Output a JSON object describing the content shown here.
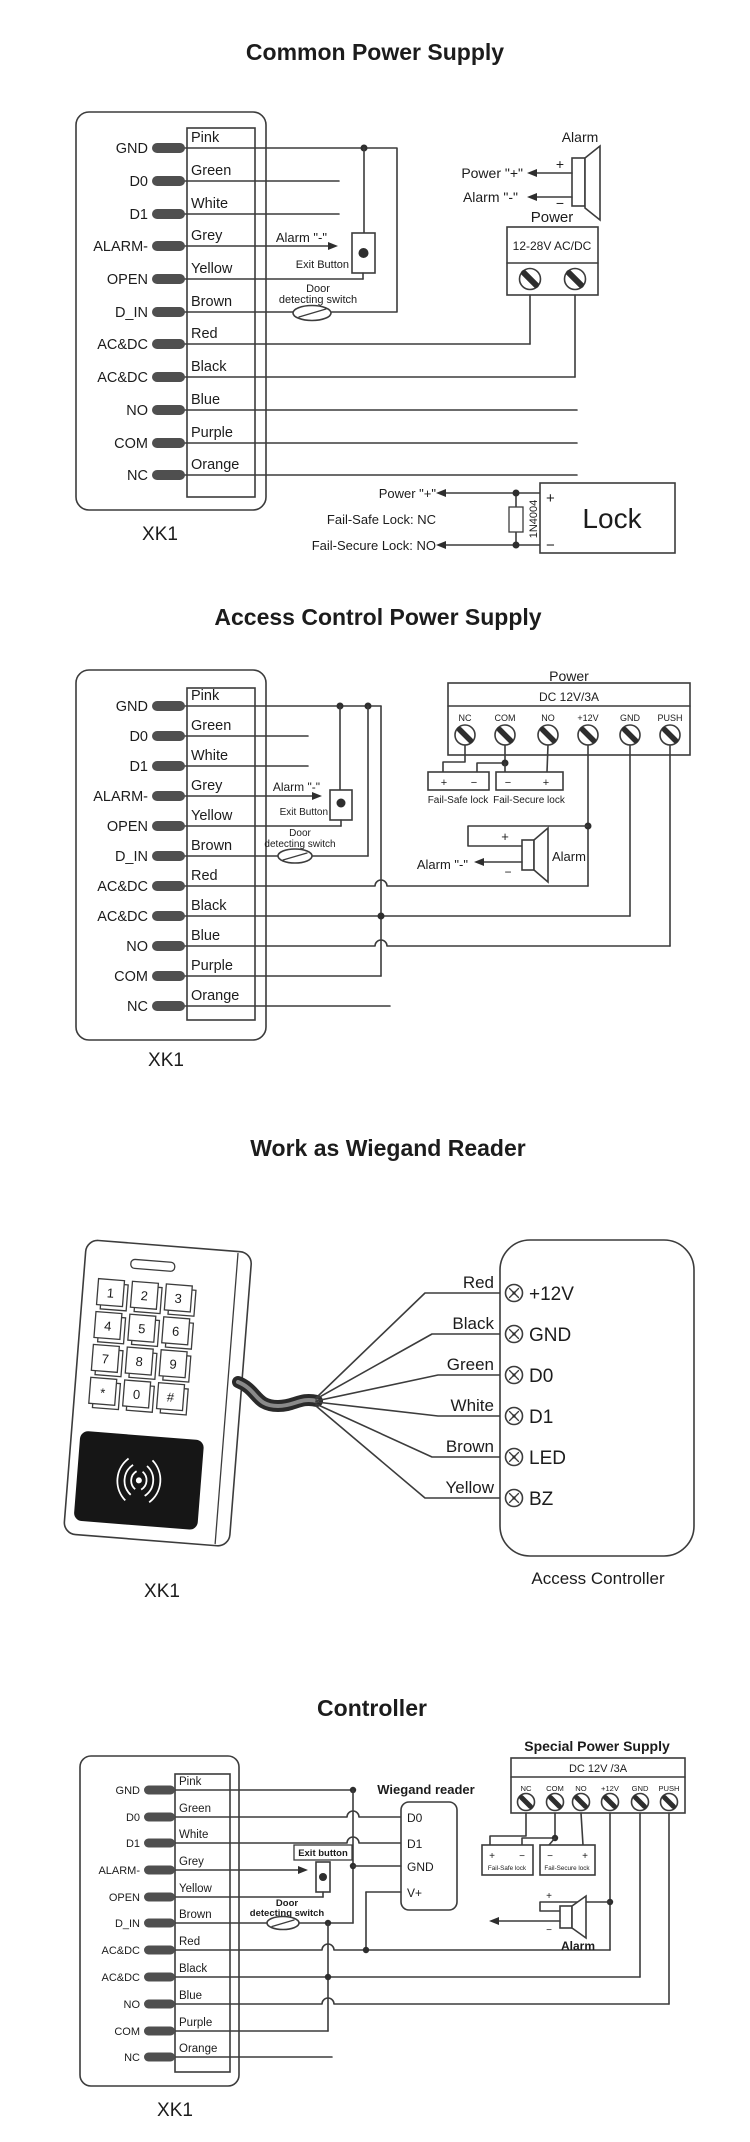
{
  "sections": {
    "common": {
      "title": "Common Power Supply",
      "device": "XK1",
      "pins": [
        "GND",
        "D0",
        "D1",
        "ALARM-",
        "OPEN",
        "D_IN",
        "AC&DC",
        "AC&DC",
        "NO",
        "COM",
        "NC"
      ],
      "colors": [
        "Pink",
        "Green",
        "White",
        "Grey",
        "Yellow",
        "Brown",
        "Red",
        "Black",
        "Blue",
        "Purple",
        "Orange"
      ],
      "alarm": {
        "title": "Alarm",
        "plus": "+",
        "minus": "−",
        "power_plus": "Power \"+\"",
        "alarm_minus": "Alarm \"-\""
      },
      "power": {
        "title": "Power",
        "rating": "12-28V AC/DC"
      },
      "alarm_wire": "Alarm \"-\"",
      "exit_button": "Exit Button",
      "door_switch": [
        "Door",
        "detecting switch"
      ],
      "lock": {
        "name": "Lock",
        "plus": "+",
        "minus": "−",
        "diode": "1N4004",
        "power_plus": "Power \"+\"",
        "fail_safe": "Fail-Safe Lock: NC",
        "fail_secure": "Fail-Secure Lock: NO"
      }
    },
    "acps": {
      "title": "Access Control Power Supply",
      "device": "XK1",
      "pins": [
        "GND",
        "D0",
        "D1",
        "ALARM-",
        "OPEN",
        "D_IN",
        "AC&DC",
        "AC&DC",
        "NO",
        "COM",
        "NC"
      ],
      "colors": [
        "Pink",
        "Green",
        "White",
        "Grey",
        "Yellow",
        "Brown",
        "Red",
        "Black",
        "Blue",
        "Purple",
        "Orange"
      ],
      "power": {
        "title": "Power",
        "rating": "DC 12V/3A",
        "terminals": [
          "NC",
          "COM",
          "NO",
          "+12V",
          "GND",
          "PUSH"
        ]
      },
      "fail_safe": {
        "label": "Fail-Safe lock",
        "plus": "+",
        "minus": "−"
      },
      "fail_secure": {
        "label": "Fail-Secure lock",
        "minus": "−",
        "plus": "+"
      },
      "alarm": {
        "title": "Alarm",
        "plus": "+",
        "minus": "−",
        "wire": "Alarm \"-\""
      },
      "alarm_wire": "Alarm \"-\"",
      "exit_button": "Exit Button",
      "door_switch": [
        "Door",
        "detecting switch"
      ]
    },
    "wiegand": {
      "title": "Work as Wiegand Reader",
      "device": "XK1",
      "keys": [
        "1",
        "2",
        "3",
        "4",
        "5",
        "6",
        "7",
        "8",
        "9",
        "*",
        "0",
        "#"
      ],
      "controller": "Access Controller",
      "wires": [
        {
          "color": "Red",
          "terminal": "+12V"
        },
        {
          "color": "Black",
          "terminal": "GND"
        },
        {
          "color": "Green",
          "terminal": "D0"
        },
        {
          "color": "White",
          "terminal": "D1"
        },
        {
          "color": "Brown",
          "terminal": "LED"
        },
        {
          "color": "Yellow",
          "terminal": "BZ"
        }
      ]
    },
    "controller": {
      "title": "Controller",
      "device": "XK1",
      "pins": [
        "GND",
        "D0",
        "D1",
        "ALARM-",
        "OPEN",
        "D_IN",
        "AC&DC",
        "AC&DC",
        "NO",
        "COM",
        "NC"
      ],
      "colors": [
        "Pink",
        "Green",
        "White",
        "Grey",
        "Yellow",
        "Brown",
        "Red",
        "Black",
        "Blue",
        "Purple",
        "Orange"
      ],
      "power": {
        "title": "Special Power Supply",
        "rating": "DC 12V /3A",
        "terminals": [
          "NC",
          "COM",
          "NO",
          "+12V",
          "GND",
          "PUSH"
        ]
      },
      "reader": {
        "label": "Wiegand reader",
        "terminals": [
          "D0",
          "D1",
          "GND",
          "V+"
        ]
      },
      "fail_safe": {
        "label": "Fail-Safe lock",
        "plus": "+",
        "minus": "−"
      },
      "fail_secure": {
        "label": "Fail-Secure lock",
        "minus": "−",
        "plus": "+"
      },
      "alarm": {
        "title": "Alarm",
        "plus": "+",
        "minus": "−"
      },
      "exit_button": "Exit button",
      "door_switch": [
        "Door",
        "detecting switch"
      ]
    }
  }
}
